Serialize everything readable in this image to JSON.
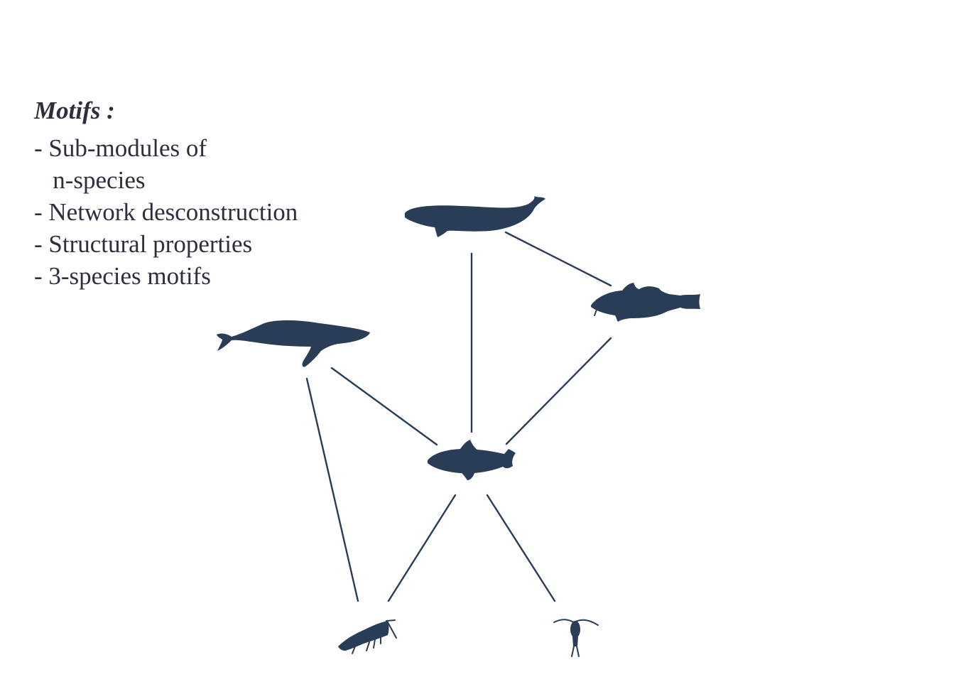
{
  "legend": {
    "heading": "Motifs :",
    "items": [
      "- Sub-modules of",
      "   n-species",
      "- Network desconstruction",
      "- Structural properties",
      "- 3-species motifs"
    ]
  },
  "nodes": [
    {
      "id": "bowhead-whale",
      "icon": "bowhead-whale-icon"
    },
    {
      "id": "cod",
      "icon": "cod-icon"
    },
    {
      "id": "humpback-whale",
      "icon": "humpback-whale-icon"
    },
    {
      "id": "capelin",
      "icon": "capelin-icon"
    },
    {
      "id": "krill",
      "icon": "krill-icon"
    },
    {
      "id": "copepod",
      "icon": "copepod-icon"
    }
  ],
  "links": [
    {
      "from": "bowhead-whale",
      "to": "cod"
    },
    {
      "from": "bowhead-whale",
      "to": "capelin"
    },
    {
      "from": "cod",
      "to": "capelin"
    },
    {
      "from": "humpback-whale",
      "to": "capelin"
    },
    {
      "from": "humpback-whale",
      "to": "krill"
    },
    {
      "from": "capelin",
      "to": "krill"
    },
    {
      "from": "capelin",
      "to": "copepod"
    }
  ],
  "colors": {
    "text": "#2e2e3e",
    "silhouette": "#2a3d57"
  }
}
